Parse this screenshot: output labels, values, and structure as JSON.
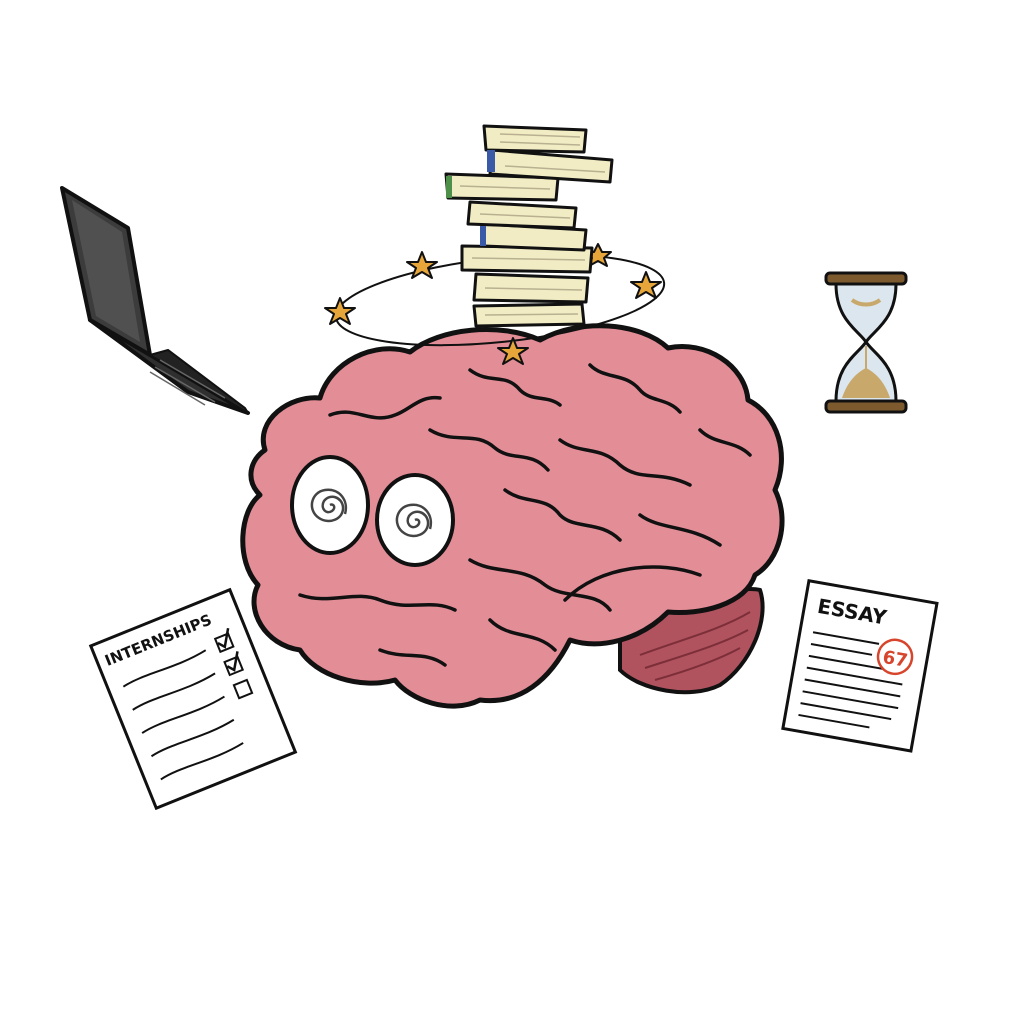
{
  "illustration": {
    "internships_sheet": {
      "title": "INTERNSHIPS"
    },
    "essay_sheet": {
      "title": "ESSAY",
      "grade": "67"
    },
    "colors": {
      "brain": "#e38d97",
      "brain_shadow": "#b0535f",
      "outline": "#111111",
      "book_paper": "#f1ecc4",
      "star": "#e7a63a",
      "grade_red": "#d6452c",
      "laptop": "#3a3a3a",
      "hourglass_wood": "#7d5a2e",
      "sand": "#c9a86b"
    }
  }
}
